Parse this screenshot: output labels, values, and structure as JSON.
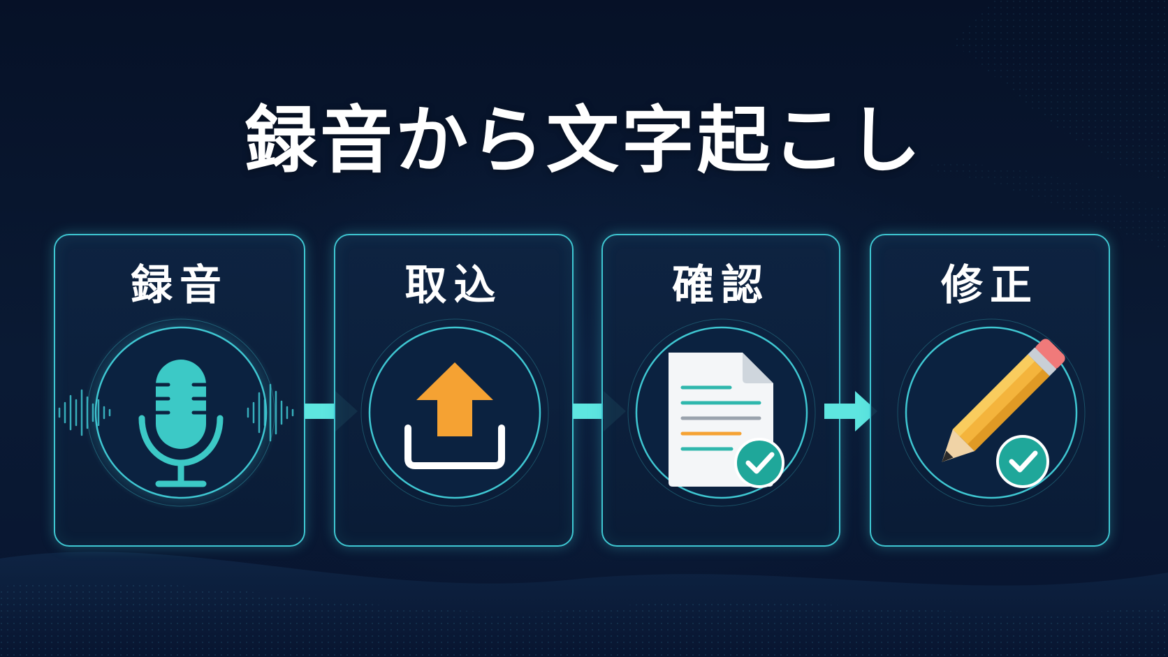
{
  "title": "録音から文字起こし",
  "steps": [
    {
      "label": "録音",
      "icon": "microphone-icon"
    },
    {
      "label": "取込",
      "icon": "upload-icon"
    },
    {
      "label": "確認",
      "icon": "document-check-icon"
    },
    {
      "label": "修正",
      "icon": "pencil-check-icon"
    }
  ],
  "colors": {
    "background": "#071428",
    "accent": "#3fc7d2",
    "arrow": "#5ee6e0",
    "upload_arrow": "#f5a233",
    "check_badge": "#1fa79a",
    "pencil": "#f4b43c",
    "eraser": "#f07a7a"
  }
}
